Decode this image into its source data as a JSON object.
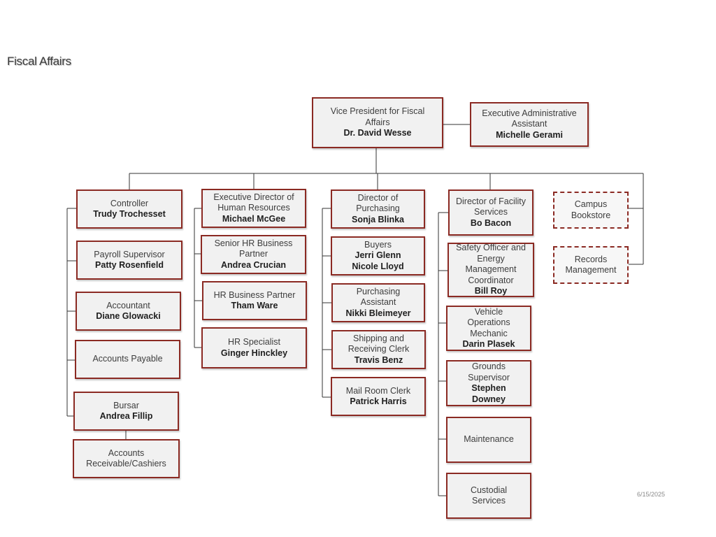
{
  "page": {
    "title": "Fiscal Affairs",
    "date": "6/15/2025"
  },
  "accent_color": "#8b2a23",
  "nodes": {
    "vp": {
      "title": "Vice President for Fiscal Affairs",
      "name": "Dr. David Wesse"
    },
    "exec_assistant": {
      "title": "Executive Administrative Assistant",
      "name": "Michelle Gerami"
    },
    "controller": {
      "title": "Controller",
      "name": "Trudy Trochesset"
    },
    "payroll": {
      "title": "Payroll Supervisor",
      "name": "Patty Rosenfield"
    },
    "accountant": {
      "title": "Accountant",
      "name": "Diane Glowacki"
    },
    "accounts_payable": {
      "title": "Accounts Payable"
    },
    "bursar": {
      "title": "Bursar",
      "name": "Andrea Fillip"
    },
    "accounts_receivable": {
      "title": "Accounts Receivable/Cashiers"
    },
    "hr_director": {
      "title": "Executive Director of Human Resources",
      "name": "Michael McGee"
    },
    "senior_hr": {
      "title": "Senior HR Business Partner",
      "name": "Andrea Crucian"
    },
    "hr_partner": {
      "title": "HR Business Partner",
      "name": "Tham Ware"
    },
    "hr_specialist": {
      "title": "HR Specialist",
      "name": "Ginger Hinckley"
    },
    "purchasing_director": {
      "title": "Director of Purchasing",
      "name": "Sonja Blinka"
    },
    "buyers": {
      "title": "Buyers",
      "name": "Jerri Glenn",
      "name2": "Nicole Lloyd"
    },
    "purchasing_assistant": {
      "title": "Purchasing Assistant",
      "name": "Nikki Bleimeyer"
    },
    "shipping_clerk": {
      "title": "Shipping and Receiving Clerk",
      "name": "Travis Benz"
    },
    "mail_clerk": {
      "title": "Mail Room Clerk",
      "name": "Patrick Harris"
    },
    "facility_director": {
      "title": "Director of Facility Services",
      "name": "Bo Bacon"
    },
    "safety_officer": {
      "title": "Safety Officer and Energy Management Coordinator",
      "name": "Bill Roy"
    },
    "vehicle_mechanic": {
      "title": "Vehicle Operations Mechanic",
      "name": "Darin Plasek"
    },
    "grounds": {
      "title": "Grounds Supervisor",
      "name": "Stephen Downey"
    },
    "maintenance": {
      "title": "Maintenance"
    },
    "custodial": {
      "title": "Custodial Services"
    },
    "bookstore": {
      "title": "Campus Bookstore"
    },
    "records": {
      "title": "Records Management"
    }
  }
}
